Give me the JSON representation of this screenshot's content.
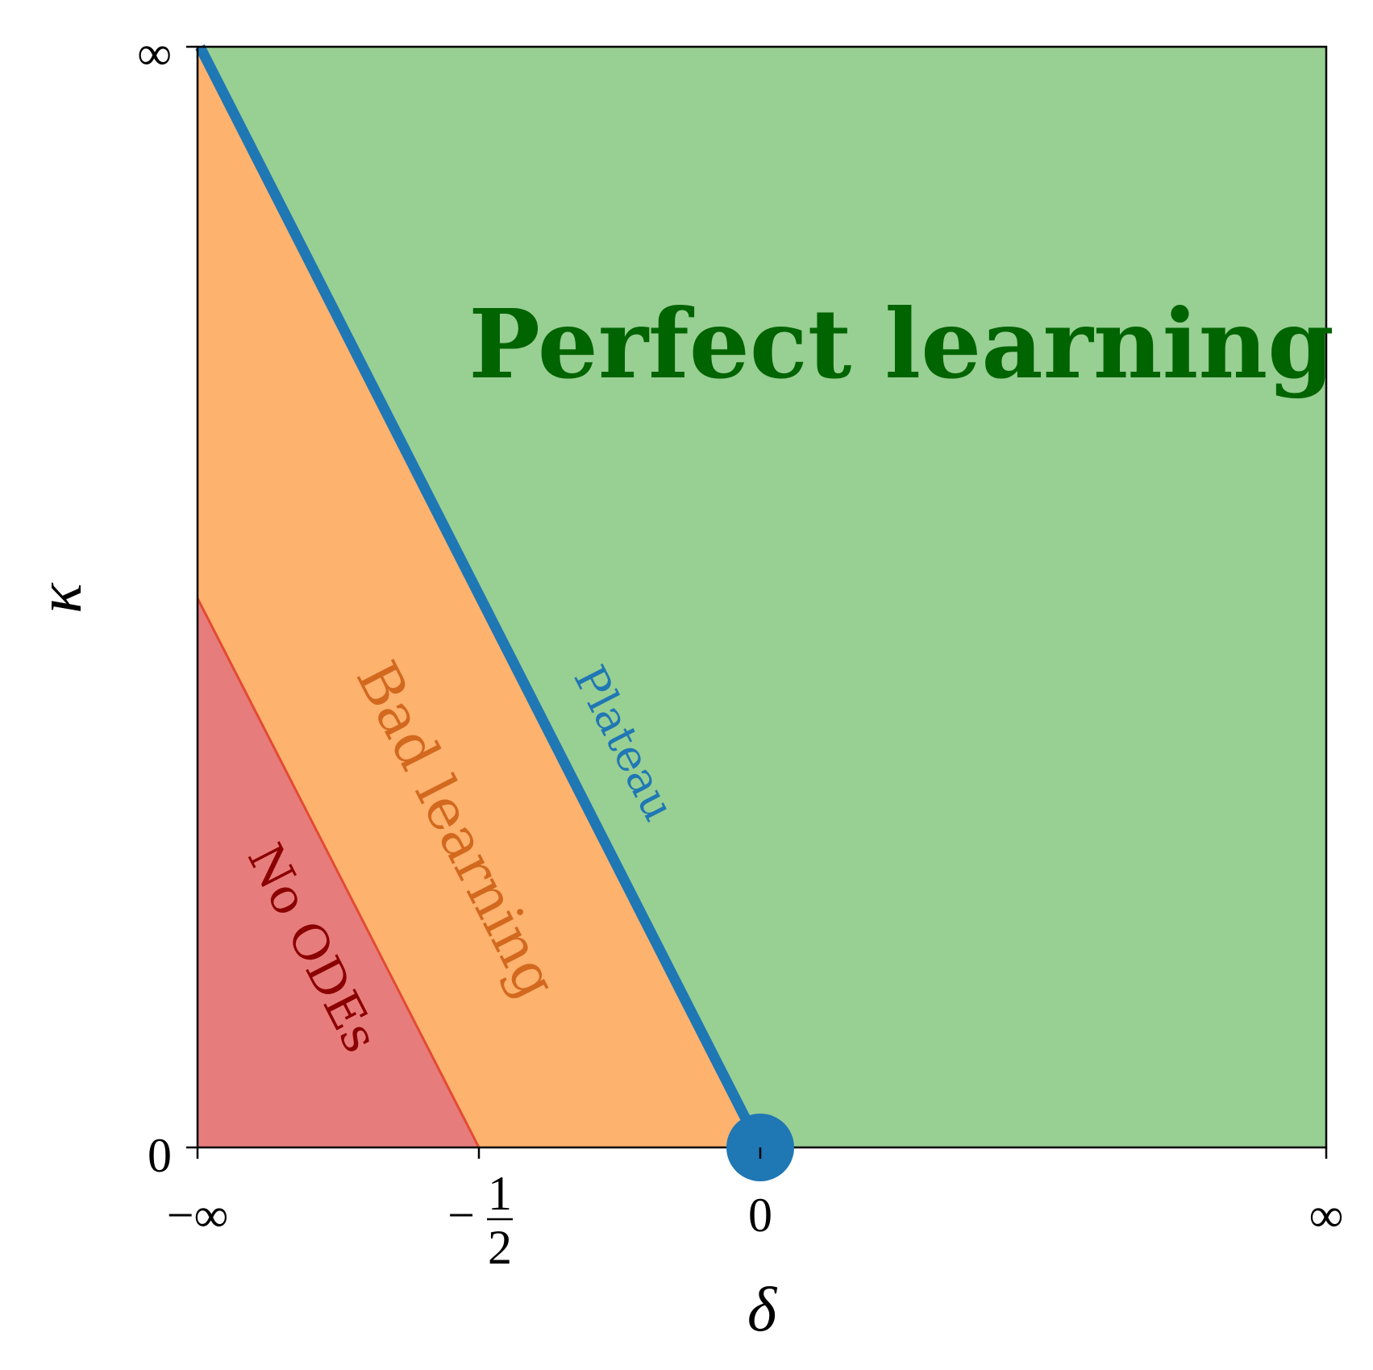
{
  "diagram": {
    "x_axis_label": "δ",
    "y_axis_label": "κ",
    "x_ticks": [
      {
        "label": "−∞"
      },
      {
        "label_sign": "−",
        "label_num": "1",
        "label_den": "2"
      },
      {
        "label": "0"
      },
      {
        "label": "∞"
      }
    ],
    "y_ticks": [
      {
        "label": "0"
      },
      {
        "label": "∞"
      }
    ],
    "regions": {
      "perfect": {
        "label": "Perfect learning",
        "fill": "#98cf93",
        "text_color": "#006400"
      },
      "bad": {
        "label": "Bad learning",
        "fill": "#fdb26e",
        "text_color": "#d2691e"
      },
      "no_odes": {
        "label": "No ODEs",
        "fill": "#e77c7c",
        "text_color": "#8b0000"
      }
    },
    "boundaries": {
      "plateau": {
        "label": "Plateau",
        "color": "#1f77b4"
      },
      "no_odes_edge": {
        "color": "#e34a33"
      }
    },
    "critical_point": {
      "label": "",
      "color": "#1f77b4"
    }
  }
}
